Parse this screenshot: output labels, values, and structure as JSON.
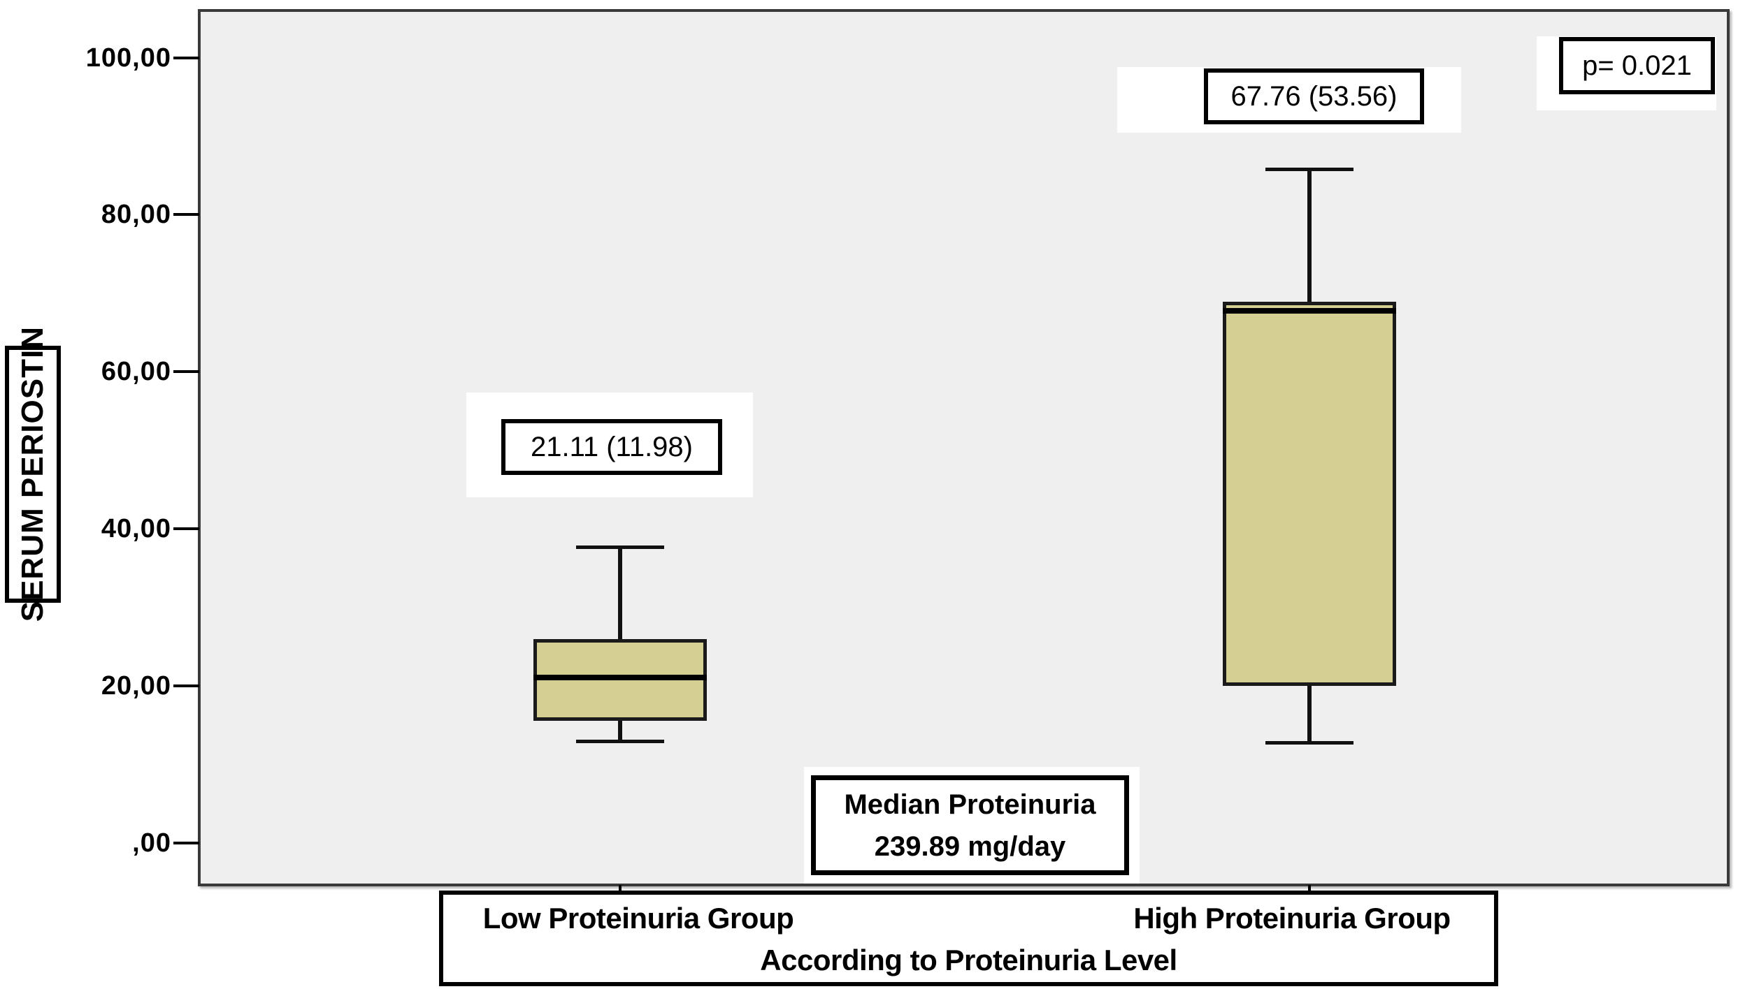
{
  "y_axis": {
    "title": "SERUM PERIOSTIN",
    "tick_labels": [
      "100,00",
      "80,00",
      "60,00",
      "40,00",
      "20,00",
      ",00"
    ],
    "tick_values": [
      100,
      80,
      60,
      40,
      20,
      0
    ]
  },
  "x_axis": {
    "title": "According to Proteinuria Level",
    "groups": [
      "Low Proteinuria Group",
      "High Proteinuria Group"
    ]
  },
  "annotations": {
    "p_value": "p= 0.021",
    "median_proteinuria_line1": "Median Proteinuria",
    "median_proteinuria_line2": "239.89 mg/day"
  },
  "chart_data": {
    "type": "boxplot",
    "title": "",
    "xlabel": "According to Proteinuria Level",
    "ylabel": "SERUM PERIOSTIN",
    "ylim": [
      0,
      100
    ],
    "ytick_values": [
      100,
      80,
      60,
      40,
      20,
      0
    ],
    "ytick_labels": [
      "100,00",
      "80,00",
      "60,00",
      "40,00",
      "20,00",
      ",00"
    ],
    "grid": false,
    "legend": "none",
    "series": [
      {
        "group": "Low Proteinuria Group",
        "label": "21.11 (11.98)",
        "median": 21.11,
        "q1": 15.6,
        "q3": 26.0,
        "whisker_low": 12.9,
        "whisker_high": 37.7
      },
      {
        "group": "High Proteinuria Group",
        "label": "67.76 (53.56)",
        "median": 67.76,
        "q1": 20.0,
        "q3": 68.9,
        "whisker_low": 12.8,
        "whisker_high": 85.8
      }
    ],
    "style": {
      "box_fill": "#d6cf94",
      "box_border": "#1a1a1a",
      "whisker_color": "#111111",
      "plot_bg": "#efefef",
      "frame_color": "#3a3a3a"
    }
  }
}
